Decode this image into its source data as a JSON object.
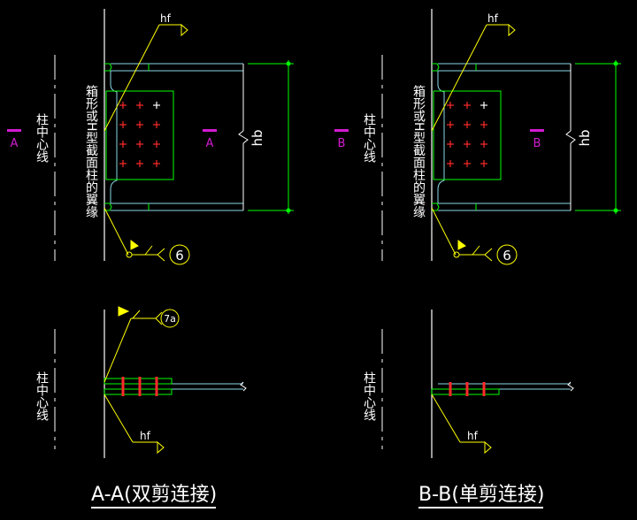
{
  "colors": {
    "background": "#000000",
    "white": "#ffffff",
    "yellow": "#ffff00",
    "green": "#00ff00",
    "cyan": "#8ad7e6",
    "red": "#ff2a2a",
    "magenta": "#d21bd2"
  },
  "left_top": {
    "weld_label": "hf",
    "center_line_label": "柱中心线",
    "face_note": "箱形或H型截面柱的翼缘",
    "section_mark_left": "A",
    "section_mark_right": "A",
    "dimension_label": "hb",
    "weld_symbol_number": "6"
  },
  "right_top": {
    "weld_label": "hf",
    "center_line_label": "柱中心线",
    "face_note": "箱形或H型截面柱的翼缘",
    "section_mark_left": "B",
    "section_mark_right": "B",
    "dimension_label": "hb",
    "weld_symbol_number": "6"
  },
  "left_bottom": {
    "weld_symbol_number": "7a",
    "center_line_label": "柱中心线",
    "weld_label": "hf"
  },
  "right_bottom": {
    "center_line_label": "柱中心线",
    "weld_label": "hf"
  },
  "captions": {
    "left": "A-A(双剪连接)",
    "right": "B-B(单剪连接)"
  }
}
